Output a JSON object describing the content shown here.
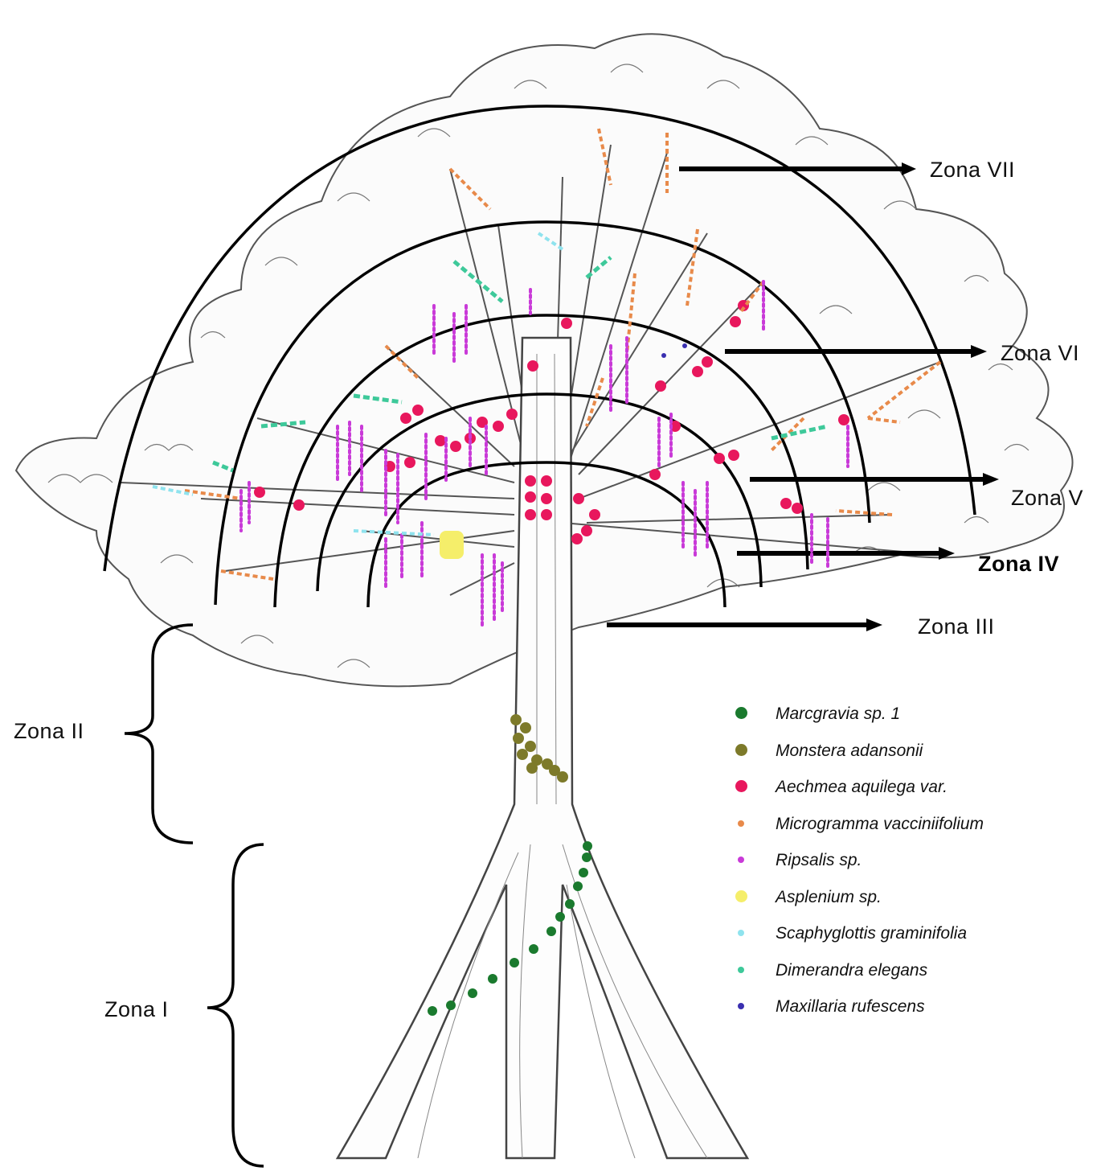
{
  "zones": {
    "z7": "Zona VII",
    "z6": "Zona VI",
    "z5": "Zona V",
    "z4": "Zona IV",
    "z3": "Zona III",
    "z2": "Zona II",
    "z1": "Zona I"
  },
  "legend": [
    {
      "label": "Marcgravia sp. 1",
      "color": "#1a7a2e",
      "icon": "large-dot"
    },
    {
      "label": "Monstera adansonii",
      "color": "#7d7a2a",
      "icon": "large-dot"
    },
    {
      "label": "Aechmea aquilega var.",
      "color": "#e8175d",
      "icon": "large-dot"
    },
    {
      "label": "Microgramma vacciniifolium",
      "color": "#e88a4a",
      "icon": "small-dot"
    },
    {
      "label": "Ripsalis sp.",
      "color": "#c93ad8",
      "icon": "small-dot"
    },
    {
      "label": "Asplenium sp.",
      "color": "#f5ee6a",
      "icon": "large-dot"
    },
    {
      "label": "Scaphyglottis graminifolia",
      "color": "#8fe3ee",
      "icon": "small-dot"
    },
    {
      "label": "Dimerandra elegans",
      "color": "#3ec99a",
      "icon": "small-dot"
    },
    {
      "label": "Maxillaria rufescens",
      "color": "#3a2fb0",
      "icon": "small-dot"
    }
  ]
}
